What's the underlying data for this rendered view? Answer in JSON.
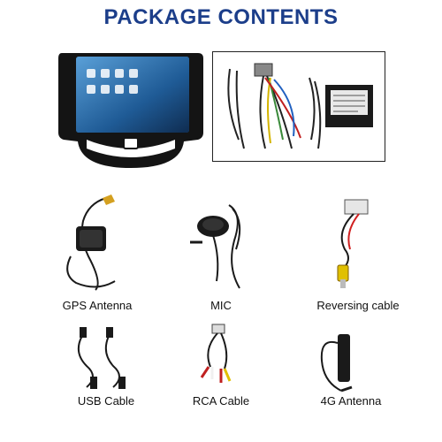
{
  "title": "PACKAGE CONTENTS",
  "items": [
    {
      "label": "GPS Antenna",
      "icon": "gps-antenna-icon"
    },
    {
      "label": "MIC",
      "icon": "microphone-icon"
    },
    {
      "label": "Reversing cable",
      "icon": "reversing-cable-icon"
    },
    {
      "label": "USB Cable",
      "icon": "usb-cable-icon"
    },
    {
      "label": "RCA Cable",
      "icon": "rca-cable-icon"
    },
    {
      "label": "4G Antenna",
      "icon": "4g-antenna-icon"
    }
  ],
  "colors": {
    "title": "#1c3e8a",
    "device_frame": "#111111",
    "screen": "#2a6fb0"
  }
}
